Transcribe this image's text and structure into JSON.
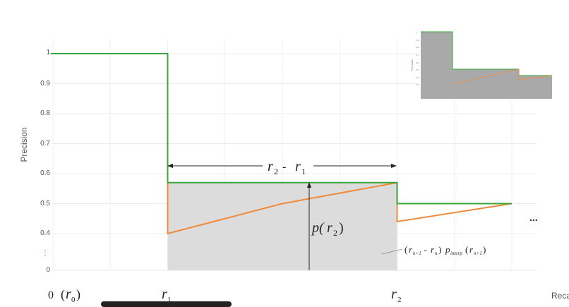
{
  "chart_data": {
    "type": "line",
    "ylabel": "Precision",
    "xlabel": "Recall",
    "y_ticks": [
      "1",
      "0.9",
      "0.8",
      "0.7",
      "0.6",
      "0.5",
      "0.4",
      "⋮",
      "0"
    ],
    "x_tick_r0_prefix": "0",
    "x_ticks": [
      {
        "base": "r",
        "sub": "1"
      },
      {
        "base": "r",
        "sub": "2"
      }
    ],
    "series": [
      {
        "color": "#f08a3c",
        "points": [
          [
            0.0,
            1.0
          ],
          [
            1.0,
            1.0
          ],
          [
            1.0,
            0.4
          ],
          [
            2.0,
            0.5
          ],
          [
            3.0,
            0.57
          ],
          [
            3.0,
            0.44
          ],
          [
            4.0,
            0.5
          ]
        ]
      },
      {
        "color": "#3aa53a",
        "points": [
          [
            -0.02,
            1.0
          ],
          [
            1.0,
            1.0
          ],
          [
            1.0,
            0.57
          ],
          [
            3.0,
            0.57
          ],
          [
            3.0,
            0.5
          ],
          [
            4.0,
            0.5
          ]
        ]
      }
    ],
    "shaded_region": {
      "x0": 1.0,
      "x1": 3.0,
      "y_top": 0.57,
      "color": "#dcdcdc"
    },
    "annotations": {
      "width_label": {
        "a": "r",
        "a_sub": "2",
        "op": " - ",
        "b": "r",
        "b_sub": "1"
      },
      "height_label": {
        "fn": "p(",
        "v": "r",
        "v_sub": "2",
        "close": ")"
      },
      "formula": {
        "pre": "(",
        "a": "r",
        "a_sub": "n+1",
        "mid": " - ",
        "b": "r",
        "b_sub": "n",
        "post": ") ",
        "p": "p",
        "p_sub": "interp",
        "arg_open": "(",
        "c": "r",
        "c_sub": "n+1",
        "arg_close": ")"
      },
      "ellipsis": "..."
    },
    "inset": {
      "ylabel": "Precision"
    }
  }
}
